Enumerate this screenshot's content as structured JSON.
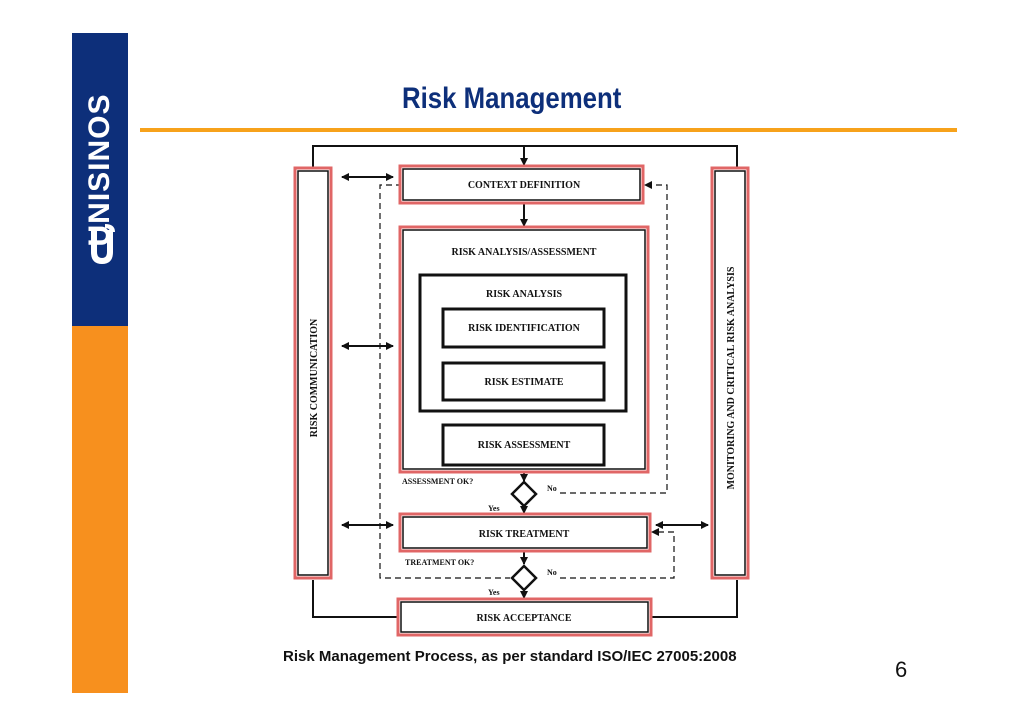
{
  "brand": {
    "logo_text": "UNISINOS"
  },
  "slide": {
    "title": "Risk Management",
    "page_number": "6"
  },
  "diagram": {
    "context_definition": "CONTEXT DEFINITION",
    "risk_analysis_assessment": "RISK ANALYSIS/ASSESSMENT",
    "risk_analysis": "RISK ANALYSIS",
    "risk_identification": "RISK IDENTIFICATION",
    "risk_estimate": "RISK ESTIMATE",
    "risk_assessment": "RISK ASSESSMENT",
    "assessment_ok": "ASSESSMENT OK?",
    "risk_treatment": "RISK TREATMENT",
    "treatment_ok": "TREATMENT OK?",
    "risk_acceptance": "RISK ACCEPTANCE",
    "risk_communication": "RISK COMMUNICATION",
    "monitoring": "MONITORING AND CRITICAL RISK ANALYSIS",
    "no_label_1": "No",
    "yes_label_1": "Yes",
    "no_label_2": "No",
    "yes_label_2": "Yes"
  },
  "caption": "Risk Management Process, as per standard ISO/IEC 27005:2008",
  "colors": {
    "brand_blue": "#0d2f7a",
    "brand_orange": "#f7901e",
    "rule": "#f7a21b",
    "box_border": "#e06666"
  }
}
